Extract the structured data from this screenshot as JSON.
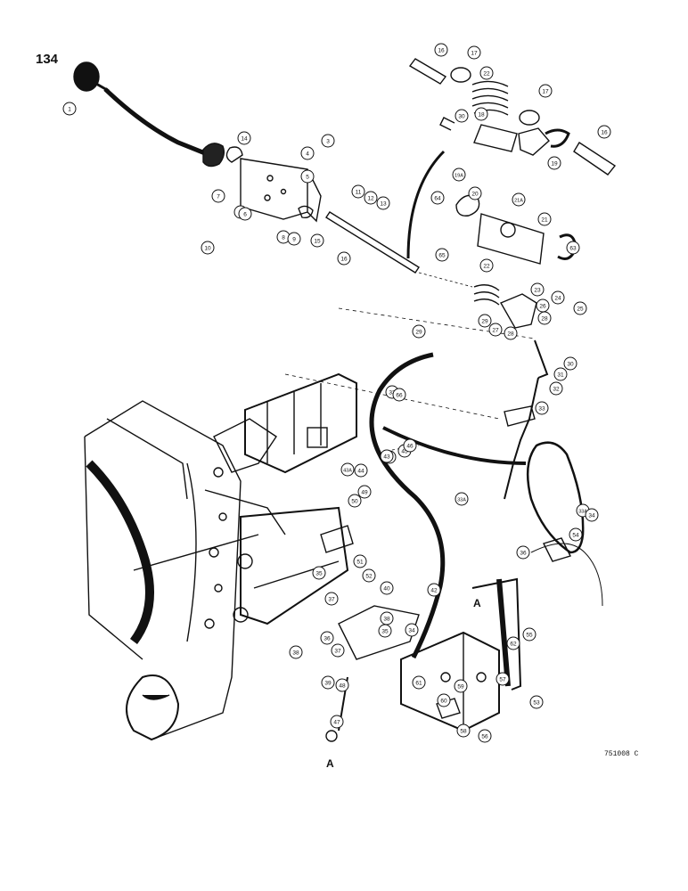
{
  "page_number": "134",
  "figure_code": "751008 C",
  "view_refs": [
    "A",
    "A"
  ],
  "callouts": [
    "1",
    "2",
    "3",
    "4",
    "5",
    "6",
    "7",
    "8",
    "9",
    "10",
    "11",
    "12",
    "13",
    "14",
    "15",
    "16",
    "16",
    "16",
    "17",
    "17",
    "18",
    "19",
    "19A",
    "20",
    "21",
    "21A",
    "22",
    "22",
    "23",
    "24",
    "25",
    "26",
    "27",
    "28",
    "28",
    "29",
    "29",
    "30",
    "30",
    "31",
    "32",
    "33",
    "33",
    "33A",
    "33A",
    "34",
    "34",
    "35",
    "35",
    "36",
    "36",
    "37",
    "37",
    "38",
    "38",
    "39",
    "40",
    "41",
    "42",
    "43",
    "43A",
    "44",
    "45",
    "46",
    "47",
    "48",
    "49",
    "50",
    "51",
    "52",
    "53",
    "54",
    "55",
    "56",
    "57",
    "58",
    "59",
    "60",
    "61",
    "62",
    "63",
    "64",
    "65",
    "66"
  ]
}
